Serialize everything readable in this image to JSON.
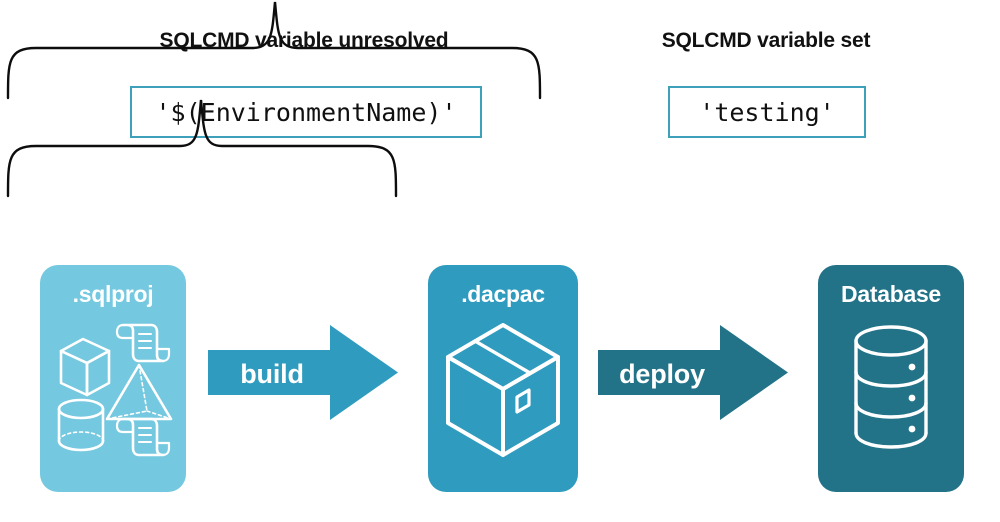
{
  "diagram": {
    "title": "SQLCMD variable resolution during build and deploy",
    "background": "#ffffff"
  },
  "colors": {
    "sqlproj_fill": "#74C8DF",
    "dacpac_fill": "#2E9BBF",
    "database_fill": "#227288",
    "build_arrow": "#2E9BBF",
    "deploy_arrow": "#227288",
    "codebox_border": "#3FA0BC",
    "brace_stroke": "#0d0d0d",
    "heading_text": "#111111",
    "box_label_text": "#ffffff"
  },
  "headings": [
    {
      "id": "left",
      "text": "SQLCMD variable unresolved"
    },
    {
      "id": "right",
      "text": "SQLCMD variable set"
    }
  ],
  "code_boxes": [
    {
      "id": "left",
      "value": "'$(EnvironmentName)'"
    },
    {
      "id": "right",
      "value": "'testing'"
    }
  ],
  "braces": [
    {
      "id": "left",
      "spans": "sqlproj through dacpac",
      "apex_under": "SQLCMD variable unresolved"
    },
    {
      "id": "right",
      "spans": "dacpac through database",
      "apex_under": "SQLCMD variable set"
    }
  ],
  "stages": [
    {
      "id": "sqlproj",
      "label": ".sqlproj",
      "fill": "#74C8DF",
      "icons": [
        "cube-icon",
        "pyramid-icon",
        "cylinder-icon",
        "script-icon",
        "script-icon"
      ]
    },
    {
      "id": "dacpac",
      "label": ".dacpac",
      "fill": "#2E9BBF",
      "icons": [
        "package-box-icon"
      ]
    },
    {
      "id": "database",
      "label": "Database",
      "fill": "#227288",
      "icons": [
        "database-cylinder-icon"
      ]
    }
  ],
  "arrows": [
    {
      "id": "build",
      "label": "build",
      "fill": "#2E9BBF",
      "from": "sqlproj",
      "to": "dacpac"
    },
    {
      "id": "deploy",
      "label": "deploy",
      "fill": "#227288",
      "from": "dacpac",
      "to": "database"
    }
  ]
}
